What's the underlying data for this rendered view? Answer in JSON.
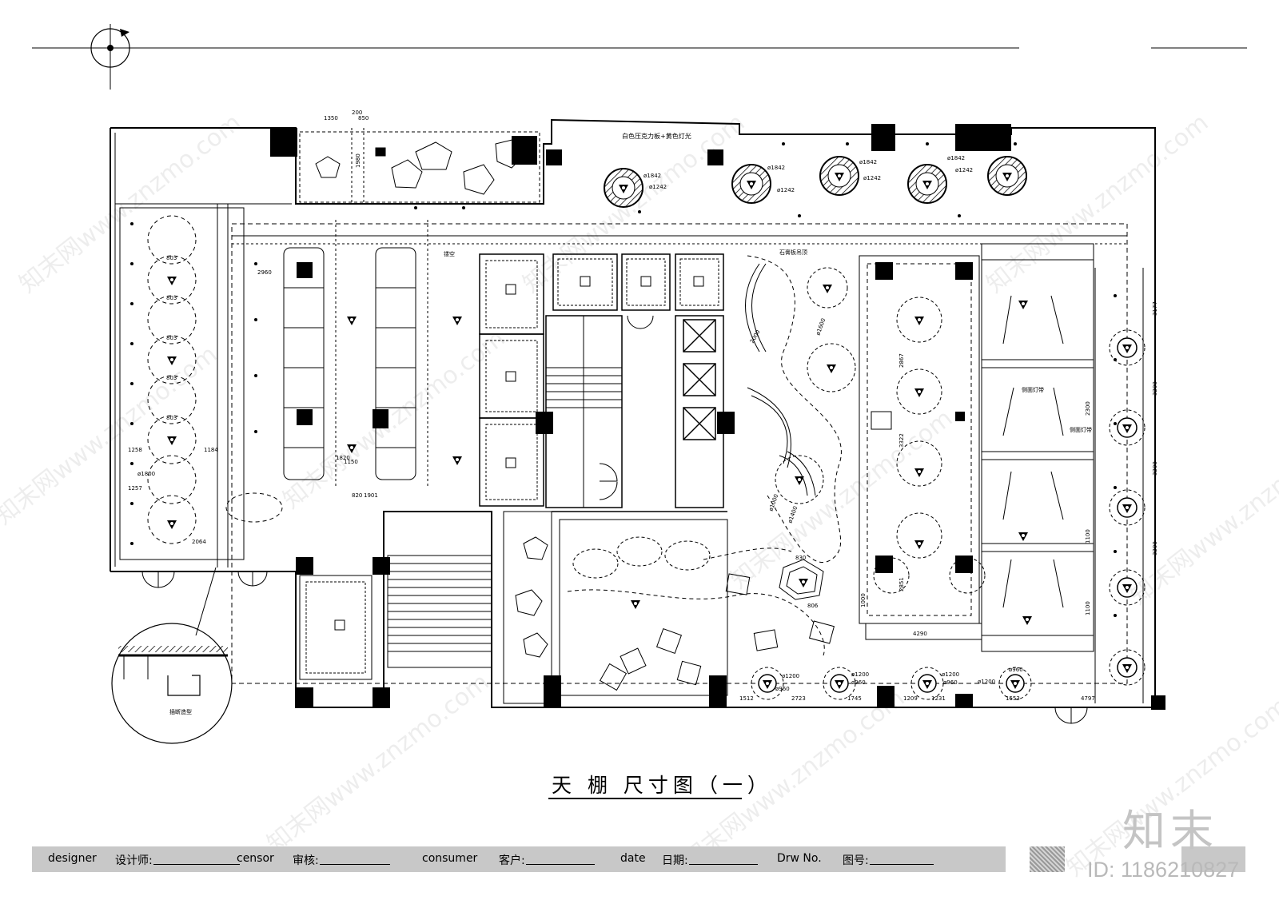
{
  "drawing": {
    "title": "天 棚 尺寸图（一）",
    "notes": {
      "top_band": "白色压克力板+黄色灯光",
      "gypsum": "石膏板吊顶",
      "side_strip": "侧面灯带",
      "side_strip_b": "侧面灯带",
      "hollow": "镂空",
      "detail": "插断造型"
    },
    "dimensions": {
      "d200": "200",
      "d1350": "1350",
      "d850": "850",
      "d1980": "1980",
      "d1842a": "ø1842",
      "d1242a": "ø1242",
      "d1842b": "ø1842",
      "d1242b": "ø1242",
      "d1842c": "ø1842",
      "d1242c": "ø1242",
      "d1842d": "ø1842",
      "d1242d": "ø1242",
      "d1200a": "ø1200",
      "d960a": "ø960",
      "d1200b": "ø1200",
      "d960b": "ø960",
      "d1200c": "ø1200",
      "d960c": "ø960",
      "d1200d": "ø1200",
      "d960d": "ø960",
      "d1512": "1512",
      "d2723": "2723",
      "d1745": "1745",
      "d1209": "1209",
      "d1231": "1231",
      "d1553": "1553",
      "d4797": "4797",
      "d3177": "3177",
      "d3200a": "3200",
      "d3200b": "3200",
      "d3200c": "3200",
      "d4290": "4290",
      "d2300": "2300",
      "d1100a": "1100",
      "d1100b": "1100",
      "d2960": "2960",
      "d1258": "1258",
      "d1257": "1257",
      "d1184": "1184",
      "d2064": "2064",
      "d1800": "ø1800",
      "d803a": "803",
      "d803b": "803",
      "d803c": "803",
      "d803d": "803",
      "d803e": "803",
      "d1150": "1150",
      "d1600a": "ø1600",
      "d1000a": "ø1000",
      "d1400a": "ø1400",
      "d2000": "2000",
      "d3322": "3322",
      "d2867": "2867",
      "d2851": "2851",
      "d1000b": "1000",
      "d830": "830",
      "d806": "806",
      "d820": "820",
      "d1820": "1820",
      "d1901": "1901"
    }
  },
  "title_block": {
    "designer_en": "designer",
    "designer_cn": "设计师:",
    "censor_en": "censor",
    "censor_cn": "审核:",
    "consumer_en": "consumer",
    "consumer_cn": "客户:",
    "date_en": "date",
    "date_cn": "日期:",
    "drw_en": "Drw No.",
    "drw_cn": "图号:"
  },
  "branding": {
    "logo": "知末",
    "id": "ID: 1186210827",
    "watermark": "知末网www.znzmo.com"
  },
  "colors": {
    "line": "#000000",
    "title_block": "#c8c8c8"
  }
}
